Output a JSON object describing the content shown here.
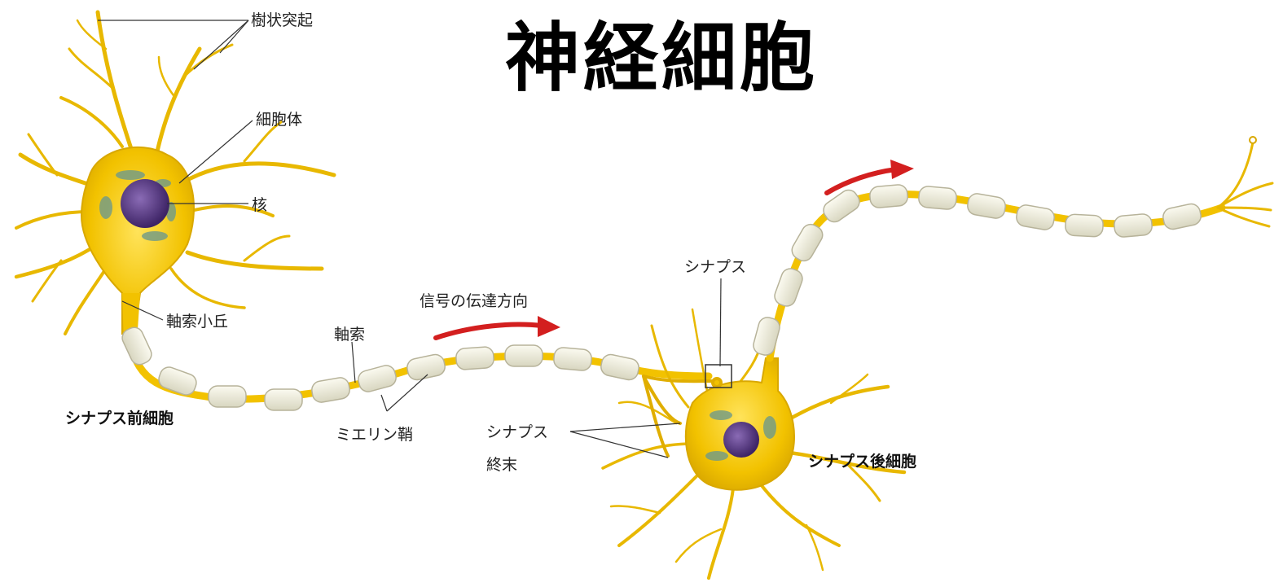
{
  "title": "神経細胞",
  "labels": {
    "dendrite": "樹状突起",
    "soma": "細胞体",
    "nucleus": "核",
    "axon_hillock": "軸索小丘",
    "axon": "軸索",
    "signal_direction": "信号の伝達方向",
    "myelin_sheath": "ミエリン鞘",
    "presynaptic_cell": "シナプス前細胞",
    "synapse": "シナプス",
    "synaptic_terminal_line1": "シナプス",
    "synaptic_terminal_line2": "終末",
    "postsynaptic_cell": "シナプス後細胞"
  },
  "colors": {
    "neuron": "#f2c200",
    "neuron_dark": "#c99a00",
    "myelin": "#efeedd",
    "nucleus": "#5a3a86",
    "arrow": "#d31f1f"
  }
}
